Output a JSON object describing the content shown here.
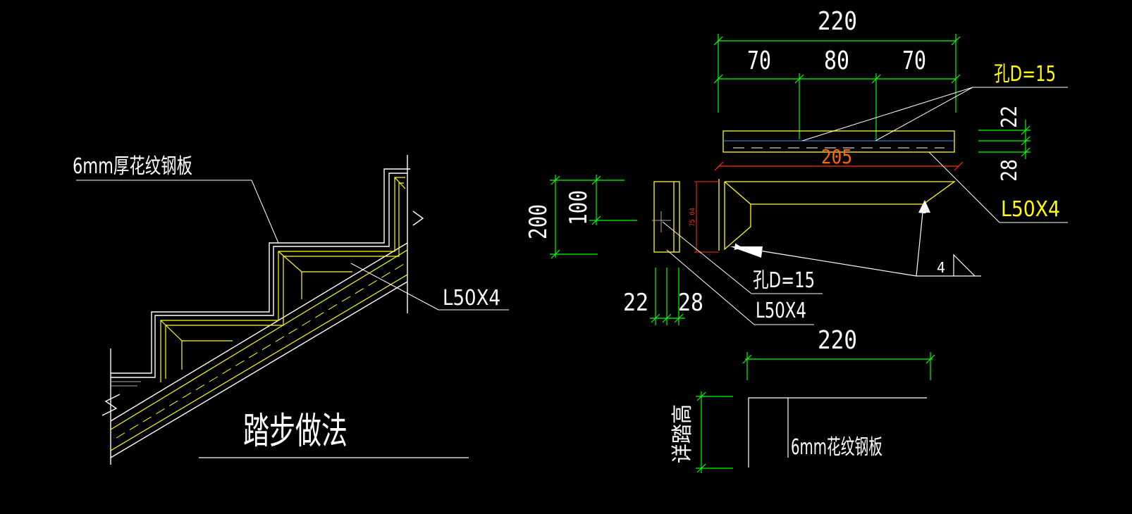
{
  "colors": {
    "background": "#000000",
    "white": "#ffffff",
    "yellow": "#ffff00",
    "green": "#00ff00",
    "red": "#ff3300",
    "orange": "#ff6600",
    "cyan": "#3399ff",
    "grey": "#aaaaaa"
  },
  "stair_detail": {
    "title": "踏步做法",
    "plate_note": "6mm厚花纹钢板",
    "angle_note": "L50X4"
  },
  "section_view": {
    "dim_overall": "220",
    "dim_left": "70",
    "dim_mid": "80",
    "dim_right": "70",
    "dim_inner": "205",
    "dim_22": "22",
    "dim_28": "28",
    "hole_note": "孔D=15",
    "angle_note": "L50X4",
    "weld_size": "4",
    "small_text": "75 04"
  },
  "side_view": {
    "dim_200": "200",
    "dim_100": "100",
    "dim_22": "22",
    "dim_28": "28",
    "hole_note": "孔D=15",
    "angle_note": "L50X4"
  },
  "plate_detail": {
    "dim_220": "220",
    "height_label": "详踏高",
    "plate_note": "6mm花纹钢板"
  }
}
